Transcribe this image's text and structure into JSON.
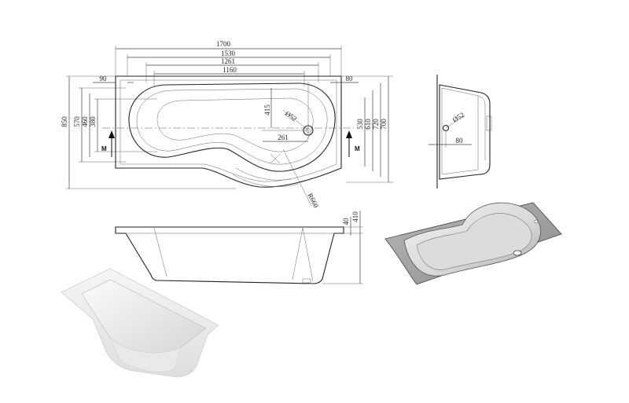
{
  "plan_view": {
    "horizontal_dims": {
      "overall": "1700",
      "d1530": "1530",
      "d1261": "1261",
      "d1160": "1160",
      "left_offset": "90",
      "right_offset": "80",
      "waste_x": "261"
    },
    "left_dims": {
      "d850": "850",
      "d570": "570",
      "d460": "460",
      "d380": "380"
    },
    "right_dims": {
      "d530": "530",
      "d610": "610",
      "d720": "720",
      "d700": "700"
    },
    "inner_dims": {
      "depth415": "415",
      "waste_dia": "Ø52",
      "radius": "R660"
    },
    "section_marks": {
      "left": "M",
      "right": "M"
    }
  },
  "end_view": {
    "waste_dia": "Ø52",
    "offset": "80"
  },
  "side_view": {
    "rim": "40",
    "height": "410"
  }
}
